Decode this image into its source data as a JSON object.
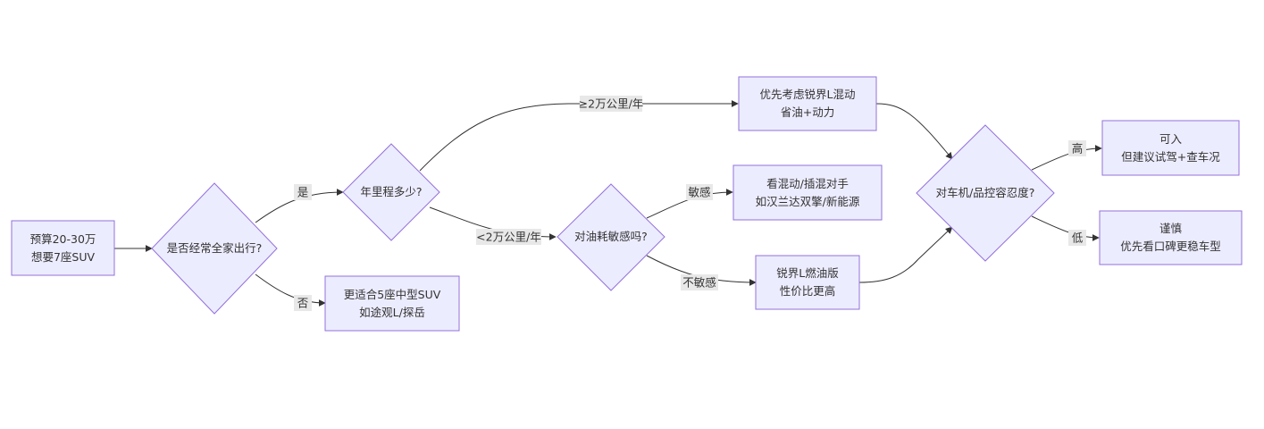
{
  "nodes": {
    "start": {
      "lines": [
        "预算20-30万",
        "想要7座SUV"
      ]
    },
    "family": {
      "lines": [
        "是否经常全家出行?"
      ]
    },
    "mileage": {
      "lines": [
        "年里程多少?"
      ]
    },
    "five_seat": {
      "lines": [
        "更适合5座中型SUV",
        "如途观L/探岳"
      ]
    },
    "hybrid": {
      "lines": [
        "优先考虑锐界L混动",
        "省油+动力"
      ]
    },
    "fuel_sense": {
      "lines": [
        "对油耗敏感吗?"
      ]
    },
    "rivals": {
      "lines": [
        "看混动/插混对手",
        "如汉兰达双擎/新能源"
      ]
    },
    "gas": {
      "lines": [
        "锐界L燃油版",
        "性价比更高"
      ]
    },
    "tolerance": {
      "lines": [
        "对车机/品控容忍度?"
      ]
    },
    "ok": {
      "lines": [
        "可入",
        "但建议试驾+查车况"
      ]
    },
    "careful": {
      "lines": [
        "谨慎",
        "优先看口碑更稳车型"
      ]
    }
  },
  "edges": {
    "yes": "是",
    "no": "否",
    "over2": "≥2万公里/年",
    "under2": "<2万公里/年",
    "sensitive": "敏感",
    "insensitive": "不敏感",
    "high": "高",
    "low": "低"
  },
  "colors": {
    "node_fill": "#ECECFF",
    "node_stroke": "#9370DB",
    "edge": "#333333",
    "label_bg": "#e8e8e8"
  }
}
